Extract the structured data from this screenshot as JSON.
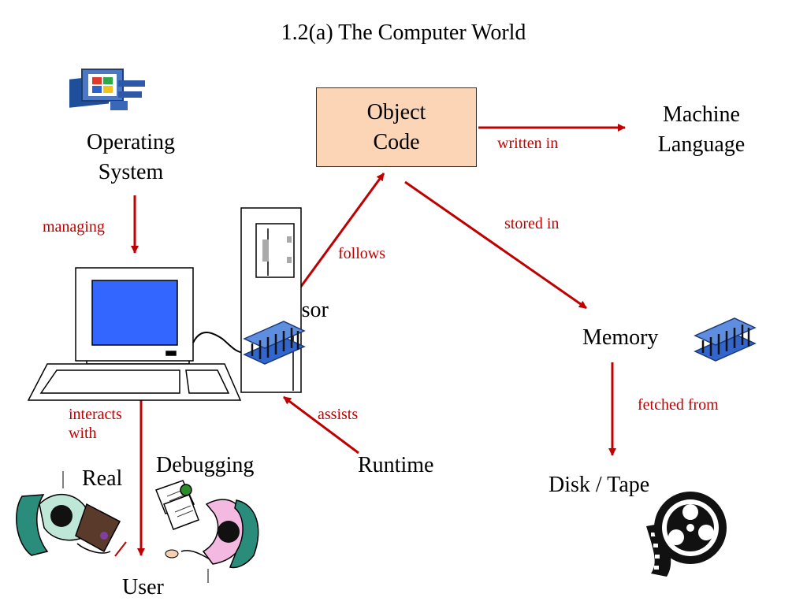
{
  "title": "1.2(a)  The Computer World",
  "nodes": {
    "object_code": "Object\nCode",
    "object_code_l1": "Object",
    "object_code_l2": "Code",
    "machine_language_l1": "Machine",
    "machine_language_l2": "Language",
    "operating_system_l1": "Operating",
    "operating_system_l2": "System",
    "processor": "Processor",
    "memory": "Memory",
    "disk_tape": "Disk / Tape",
    "runtime": "Runtime",
    "debugging": "Debugging",
    "real": "Real",
    "user": "User"
  },
  "relations": {
    "written_in": "written in",
    "stored_in": "stored in",
    "follows": "follows",
    "managing": "managing",
    "fetched_from": "fetched from",
    "assists": "assists",
    "interacts_l1": "interacts",
    "interacts_l2": "with"
  },
  "colors": {
    "arrow": "#c00000",
    "box_fill": "#fbd5b5",
    "chip_blue": "#3366cc",
    "screen_blue": "#3366ff"
  },
  "icons": [
    "windows-os-icon",
    "computer-icon",
    "tower-icon",
    "memory-chip-icon",
    "film-reel-icon",
    "people-icon"
  ]
}
